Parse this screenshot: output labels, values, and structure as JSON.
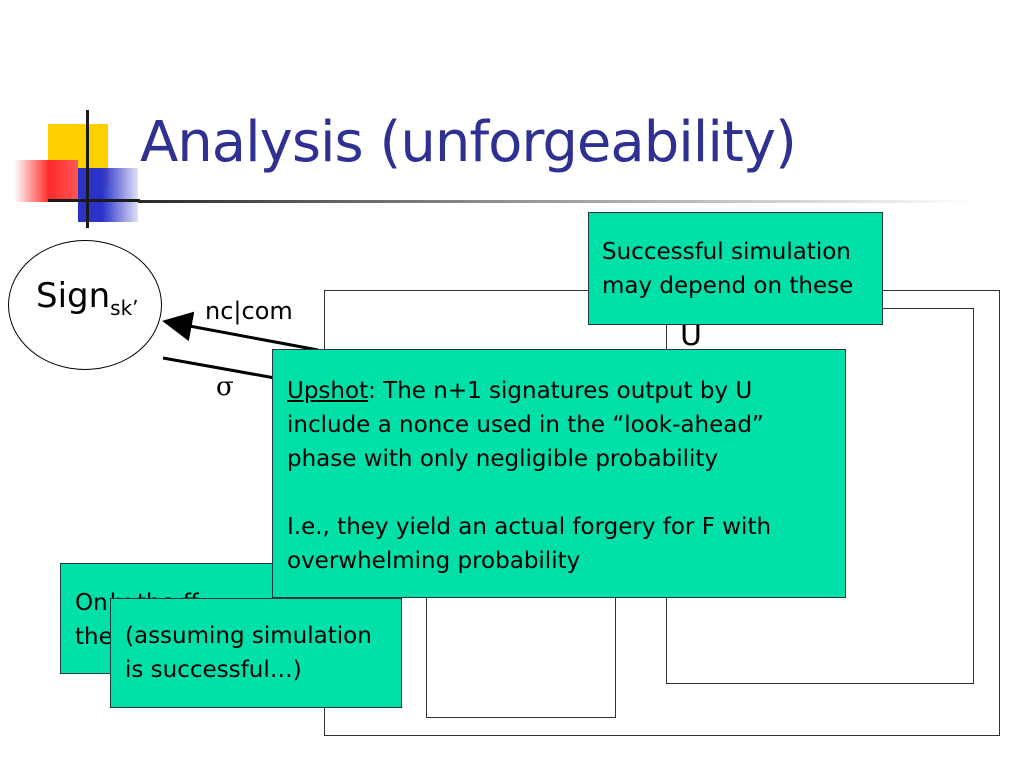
{
  "title": "Analysis (unforgeability)",
  "oracle": {
    "sign_main": "Sign",
    "sign_sub": "sk’"
  },
  "labels": {
    "ncom": "nc|com",
    "sigma": "σ",
    "u": "U"
  },
  "notes": {
    "top": [
      "Successful simulation",
      "may depend on these"
    ],
    "main": {
      "upshot_word": "Upshot",
      "upshot_rest": ": The n+1 signatures output by U include a nonce used in the “look-ahead” phase with only negligible probability",
      "conclusion": "I.e., they yield an actual forgery for F with overwhelming probability"
    },
    "back": [
      "Only the",
      "the"
    ],
    "back_partial": [
      "On",
      "the"
    ],
    "front": [
      "(assuming simulation",
      "is successful…)"
    ]
  },
  "colors": {
    "note_bg": "#00e0a8",
    "title": "#2e3192"
  }
}
